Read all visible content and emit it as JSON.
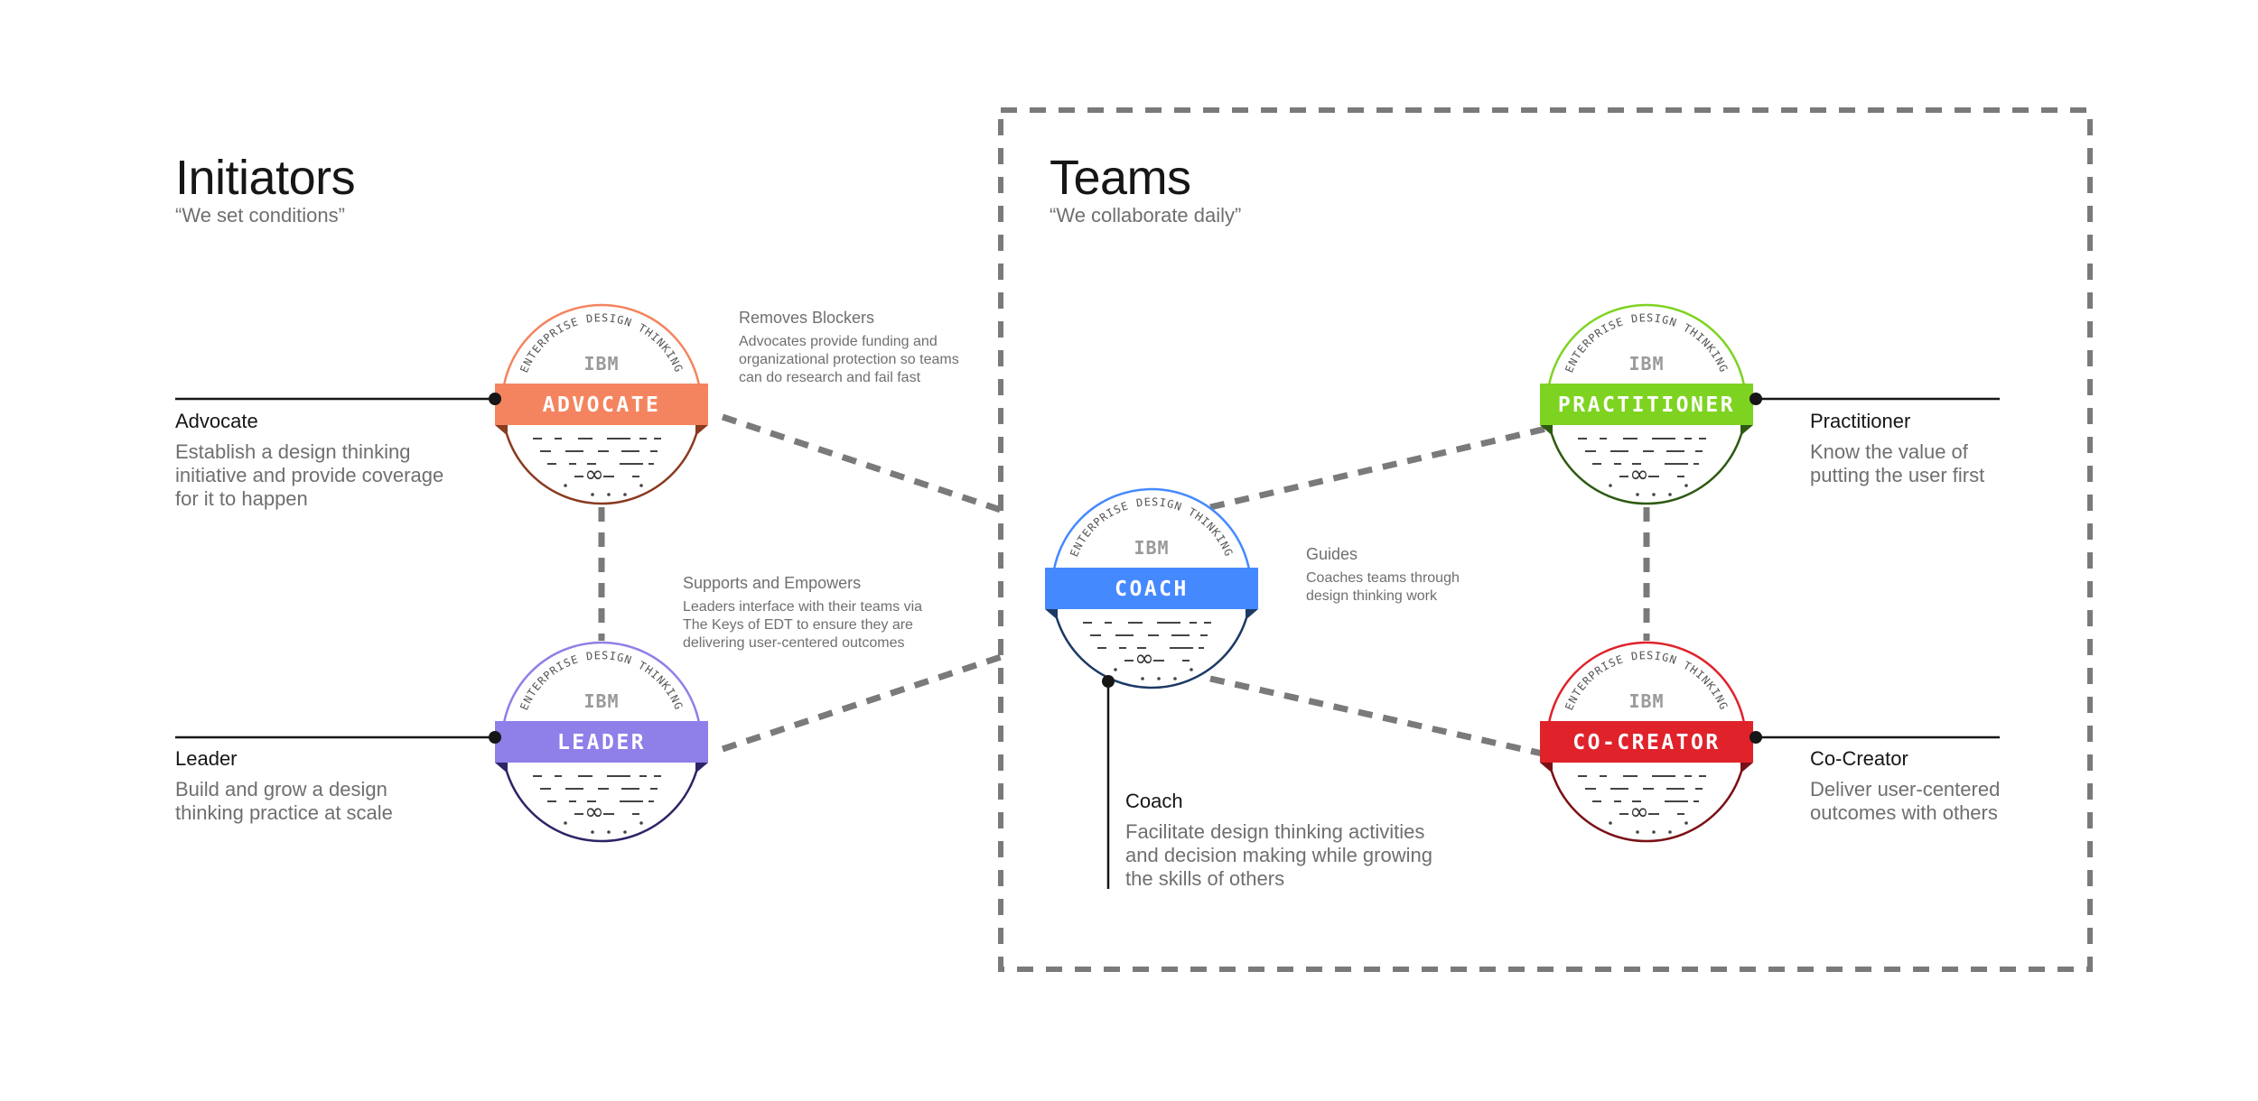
{
  "groups": {
    "initiators": {
      "title": "Initiators",
      "quote": "“We set conditions”"
    },
    "teams": {
      "title": "Teams",
      "quote": "“We collaborate daily”"
    }
  },
  "badge": {
    "arc_text": "ENTERPRISE DESIGN THINKING",
    "brand": "IBM",
    "symbol": "∞"
  },
  "roles": {
    "advocate": {
      "badge_label": "ADVOCATE",
      "title": "Advocate",
      "description": [
        "Establish a design thinking",
        "initiative and provide coverage",
        "for it to happen"
      ],
      "color": "#f4845f",
      "dark": "#8a3a1f"
    },
    "leader": {
      "badge_label": "LEADER",
      "title": "Leader",
      "description": [
        "Build and grow a design",
        "thinking practice at scale"
      ],
      "color": "#8f7fe8",
      "dark": "#2b2566"
    },
    "coach": {
      "badge_label": "COACH",
      "title": "Coach",
      "description": [
        "Facilitate design thinking activities",
        "and decision making while growing",
        "the skills of others"
      ],
      "color": "#4589ff",
      "dark": "#1c3a66"
    },
    "practitioner": {
      "badge_label": "PRACTITIONER",
      "title": "Practitioner",
      "description": [
        "Know the value of",
        "putting the user first"
      ],
      "color": "#7ed321",
      "dark": "#2d5a12"
    },
    "cocreator": {
      "badge_label": "CO-CREATOR",
      "title": "Co-Creator",
      "description": [
        "Deliver user-centered",
        "outcomes with others"
      ],
      "color": "#e0222b",
      "dark": "#7a1015"
    }
  },
  "relations": {
    "removes_blockers": {
      "title": "Removes Blockers",
      "description": [
        "Advocates provide funding and",
        "organizational protection so teams",
        "can do research and fail fast"
      ]
    },
    "supports": {
      "title": "Supports and Empowers",
      "description": [
        "Leaders interface with their teams via",
        "The Keys of EDT to ensure they are",
        "delivering user-centered outcomes"
      ]
    },
    "guides": {
      "title": "Guides",
      "description": [
        "Coaches teams through",
        "design thinking work"
      ]
    }
  }
}
